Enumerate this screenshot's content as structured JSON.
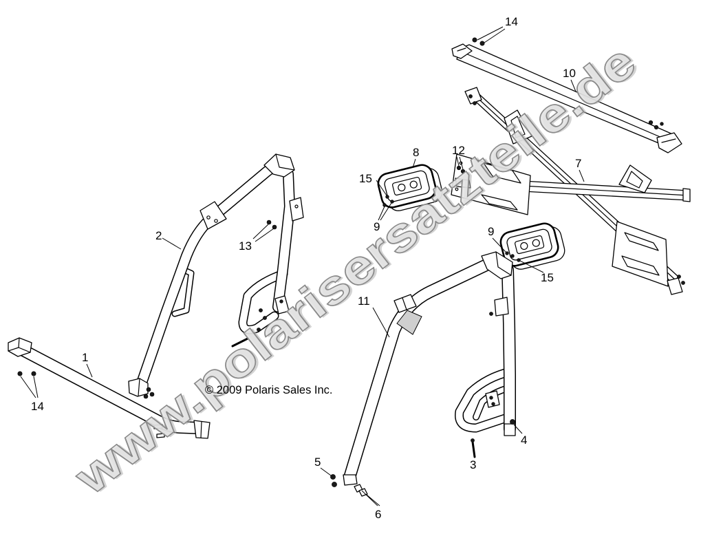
{
  "diagram": {
    "callouts": [
      "14",
      "10",
      "7",
      "8",
      "12",
      "15",
      "9",
      "9",
      "15",
      "2",
      "13",
      "1",
      "14",
      "11",
      "4",
      "3",
      "5",
      "6"
    ],
    "copyright": "© 2009 Polaris Sales Inc.",
    "watermark": "www.polarisersatzteile.de"
  },
  "colors": {
    "background": "#ffffff",
    "line": "#000000",
    "watermark_fill": "#e4e4e4",
    "watermark_outline": "#8a8a8a",
    "pad": "#cfcfcf"
  }
}
